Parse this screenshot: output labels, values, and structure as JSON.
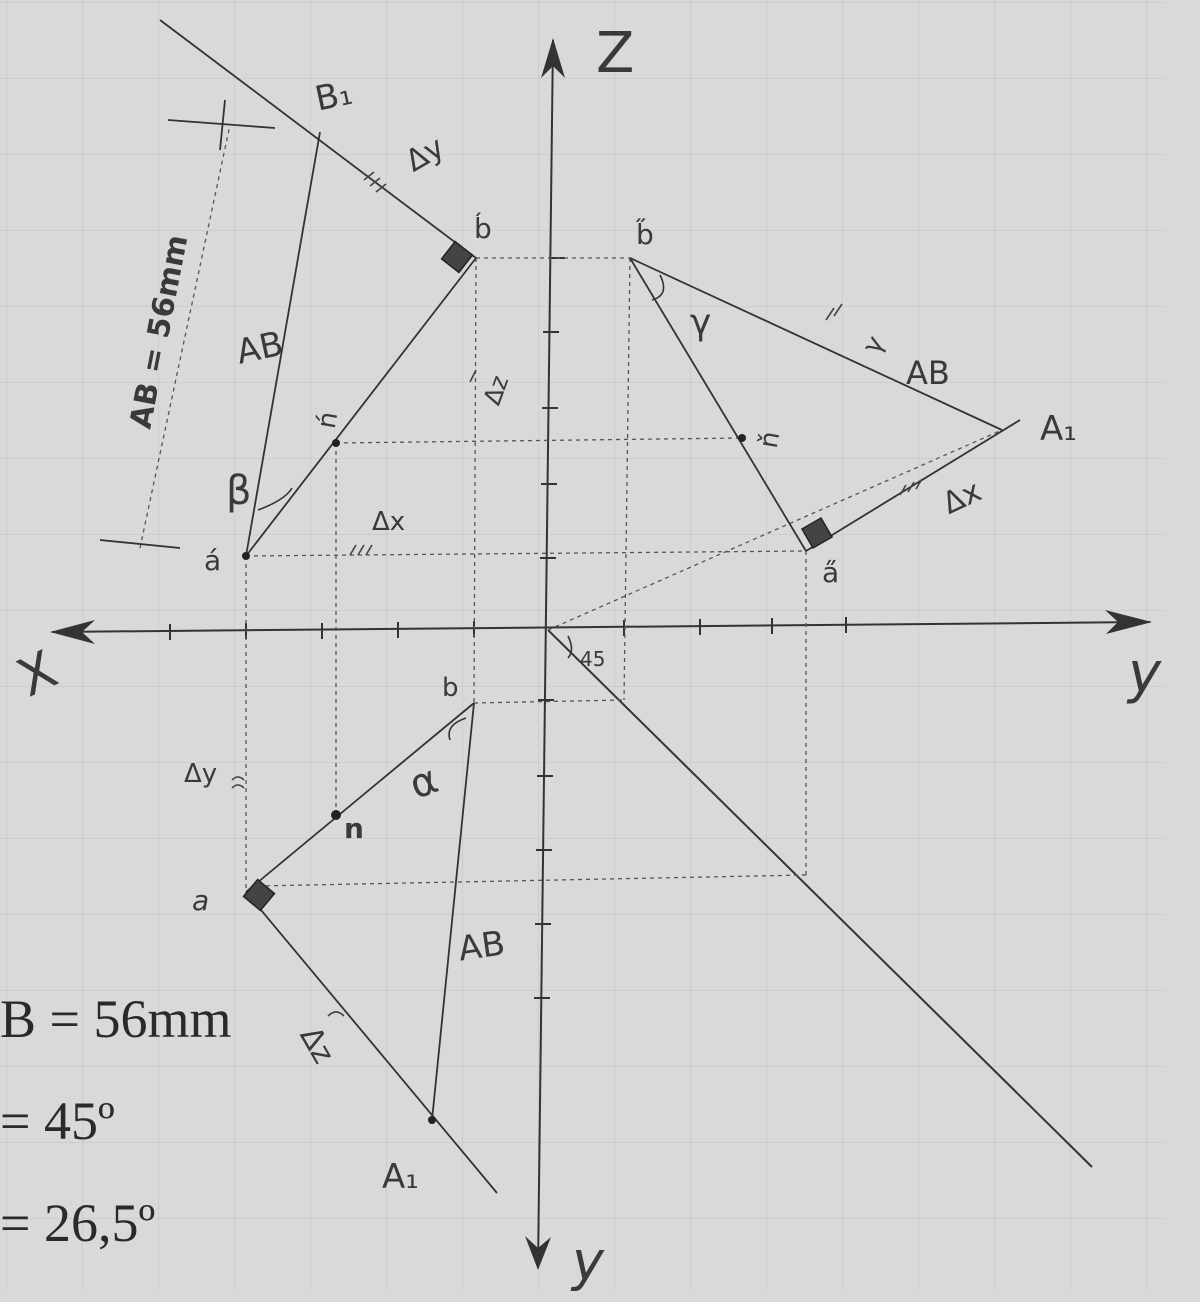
{
  "drawing": {
    "axis_labels": {
      "x": "X",
      "z": "Z",
      "y_right": "y",
      "y_bottom": "y"
    },
    "points": {
      "a_front": "á",
      "b_front": "b́",
      "n_front": "ń",
      "a_side": "a̋",
      "b_side": "b̋",
      "n_side": "ň",
      "a_top": "a",
      "b_top": "b",
      "n_top": "n",
      "B1": "B₁",
      "A1_side": "A₁",
      "A1_top": "A₁"
    },
    "segment_labels": {
      "ab_front": "AB",
      "ab_side": "AB",
      "ab_top": "AB",
      "length_dim": "AB = 56mm"
    },
    "difference_labels": {
      "dy_front": "Δy",
      "dz_middle": "Δz",
      "dx_front": "Δx",
      "dx_side": "Δx",
      "dy_top": "Δy",
      "dz_top": "Δz"
    },
    "angle_labels": {
      "beta": "β",
      "gamma": "γ",
      "gamma2": "γ",
      "alpha": "α",
      "deg45": "45"
    },
    "colors": {
      "ink": "#3a3a3a",
      "paper": "#d9d9d9",
      "print": "#2a2a2a"
    }
  },
  "results": {
    "line1": "B = 56mm",
    "line2": "= 45º",
    "line3": "= 26,5º"
  }
}
